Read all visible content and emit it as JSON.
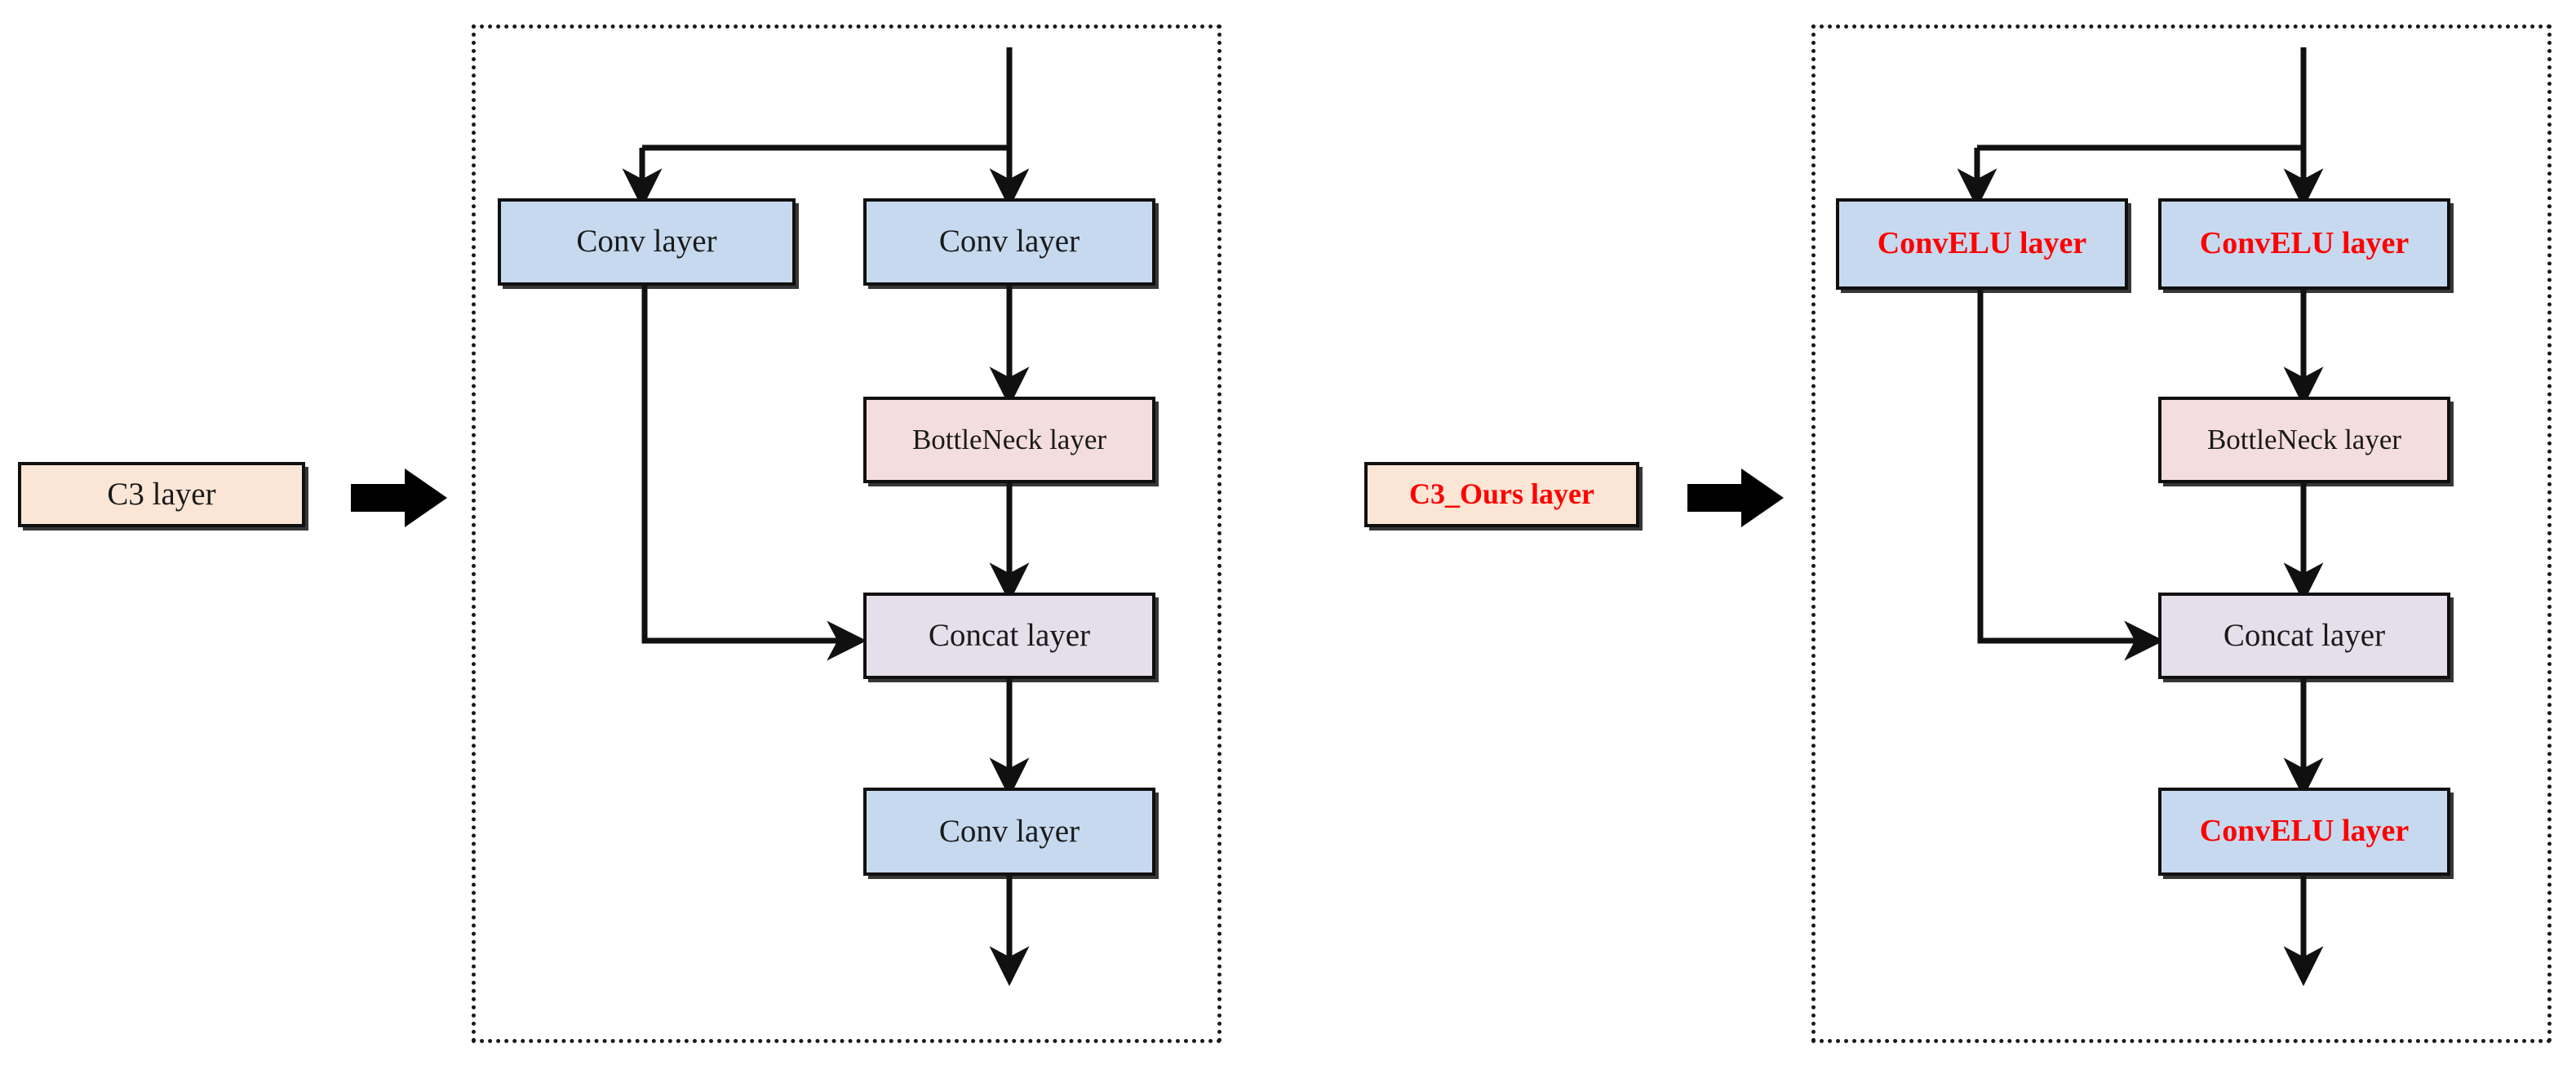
{
  "figure": {
    "type": "diagram",
    "subtype": "neural-network-block-comparison",
    "background_color": "#ffffff",
    "panels": [
      {
        "id": "left",
        "entry_label": "C3 layer",
        "entry_text_color": "#1a1a1a",
        "entry_fill": "#fbe6d6",
        "arrow_glyph": "block-right-arrow",
        "nodes": [
          {
            "id": "conv-left",
            "label": "Conv layer",
            "fill": "#c6d9ef",
            "text_color": "#1a1a1a"
          },
          {
            "id": "conv-right",
            "label": "Conv layer",
            "fill": "#c6d9ef",
            "text_color": "#1a1a1a"
          },
          {
            "id": "bottleneck",
            "label": "BottleNeck layer",
            "fill": "#f4dedd",
            "text_color": "#1a1a1a"
          },
          {
            "id": "concat",
            "label": "Concat layer",
            "fill": "#e4dfeb",
            "text_color": "#1a1a1a"
          },
          {
            "id": "conv-out",
            "label": "Conv layer",
            "fill": "#c6d9ef",
            "text_color": "#1a1a1a"
          }
        ]
      },
      {
        "id": "right",
        "entry_label": "C3_Ours layer",
        "entry_text_color": "#fe0000",
        "entry_fill": "#fbe6d6",
        "arrow_glyph": "block-right-arrow",
        "nodes": [
          {
            "id": "convelu-left",
            "label": "ConvELU layer",
            "fill": "#c6d9ef",
            "text_color": "#fe0000"
          },
          {
            "id": "convelu-right",
            "label": "ConvELU layer",
            "fill": "#c6d9ef",
            "text_color": "#fe0000"
          },
          {
            "id": "bottleneck",
            "label": "BottleNeck layer",
            "fill": "#f4dedd",
            "text_color": "#1a1a1a"
          },
          {
            "id": "concat",
            "label": "Concat layer",
            "fill": "#e4dfeb",
            "text_color": "#1a1a1a"
          },
          {
            "id": "convelu-out",
            "label": "ConvELU layer",
            "fill": "#c6d9ef",
            "text_color": "#fe0000"
          }
        ]
      }
    ],
    "colors": {
      "highlight_red": "#fe0000",
      "node_blue": "#c6d9ef",
      "node_peach": "#fbe6d6",
      "node_pink": "#f4dedd",
      "node_lilac": "#e4dfeb",
      "stroke": "#101010"
    }
  }
}
